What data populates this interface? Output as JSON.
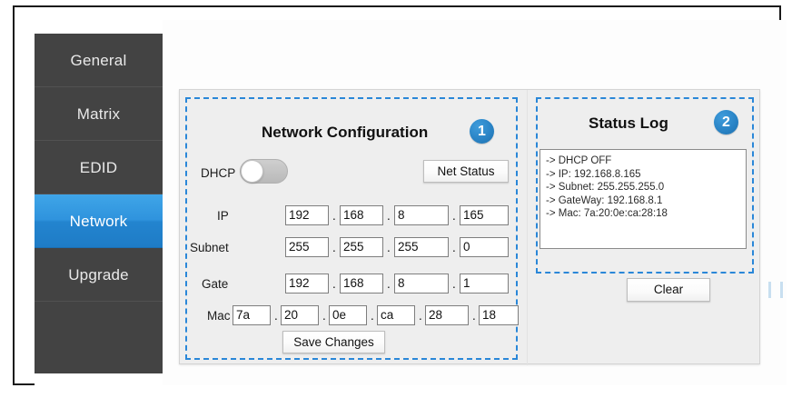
{
  "sidebar": {
    "items": [
      {
        "label": "General",
        "active": false
      },
      {
        "label": "Matrix",
        "active": false
      },
      {
        "label": "EDID",
        "active": false
      },
      {
        "label": "Network",
        "active": true
      },
      {
        "label": "Upgrade",
        "active": false
      }
    ]
  },
  "network_panel": {
    "title": "Network Configuration",
    "badge": "1",
    "dhcp": {
      "label": "DHCP",
      "state": "off"
    },
    "net_status_button": "Net Status",
    "save_button": "Save Changes",
    "separator": ".",
    "rows": [
      {
        "label": "IP",
        "values": [
          "192",
          "168",
          "8",
          "165"
        ]
      },
      {
        "label": "Subnet",
        "values": [
          "255",
          "255",
          "255",
          "0"
        ]
      },
      {
        "label": "Gate",
        "values": [
          "192",
          "168",
          "8",
          "1"
        ]
      },
      {
        "label": "Mac",
        "values": [
          "7a",
          "20",
          "0e",
          "ca",
          "28",
          "18"
        ]
      }
    ]
  },
  "status_panel": {
    "title": "Status Log",
    "badge": "2",
    "clear_button": "Clear",
    "log_lines": [
      "-> DHCP OFF",
      "-> IP: 192.168.8.165",
      "-> Subnet: 255.255.255.0",
      "-> GateWay: 192.168.8.1",
      "-> Mac: 7a:20:0e:ca:28:18"
    ]
  },
  "colors": {
    "accent_blue": "#2a87d8",
    "sidebar_bg": "#434343",
    "panel_bg": "#eeeeee",
    "badge_blue": "#2a84c6"
  }
}
